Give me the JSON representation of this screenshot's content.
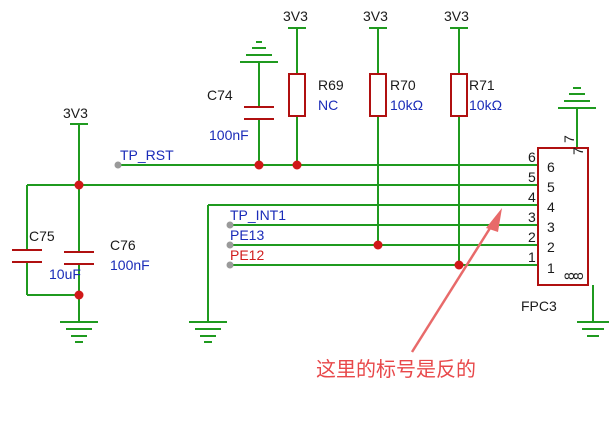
{
  "power": {
    "vcc_label": "3V3"
  },
  "components": {
    "c74": {
      "ref": "C74",
      "value": "100nF"
    },
    "r69": {
      "ref": "R69",
      "value": "NC"
    },
    "r70": {
      "ref": "R70",
      "value": "10kΩ"
    },
    "r71": {
      "ref": "R71",
      "value": "10kΩ"
    },
    "c75": {
      "ref": "C75",
      "value": "10uF"
    },
    "c76": {
      "ref": "C76",
      "value": "100nF"
    },
    "fpc3": {
      "ref": "FPC3",
      "pin7": "7",
      "pin8": "8"
    }
  },
  "nets": {
    "tp_rst": "TP_RST",
    "tp_int1": "TP_INT1",
    "pe13": "PE13",
    "pe12": "PE12"
  },
  "pins": {
    "outer": [
      "6",
      "5",
      "4",
      "3",
      "2",
      "1"
    ],
    "inner": [
      "6",
      "5",
      "4",
      "3",
      "2",
      "1"
    ]
  },
  "annotation": {
    "text": "这里的标号是反的"
  },
  "colors": {
    "wire": "#1f9a1f",
    "body": "#b01010",
    "junction": "#d01818",
    "ground": "#1f9a1f",
    "arrow": "#e86a6a"
  }
}
